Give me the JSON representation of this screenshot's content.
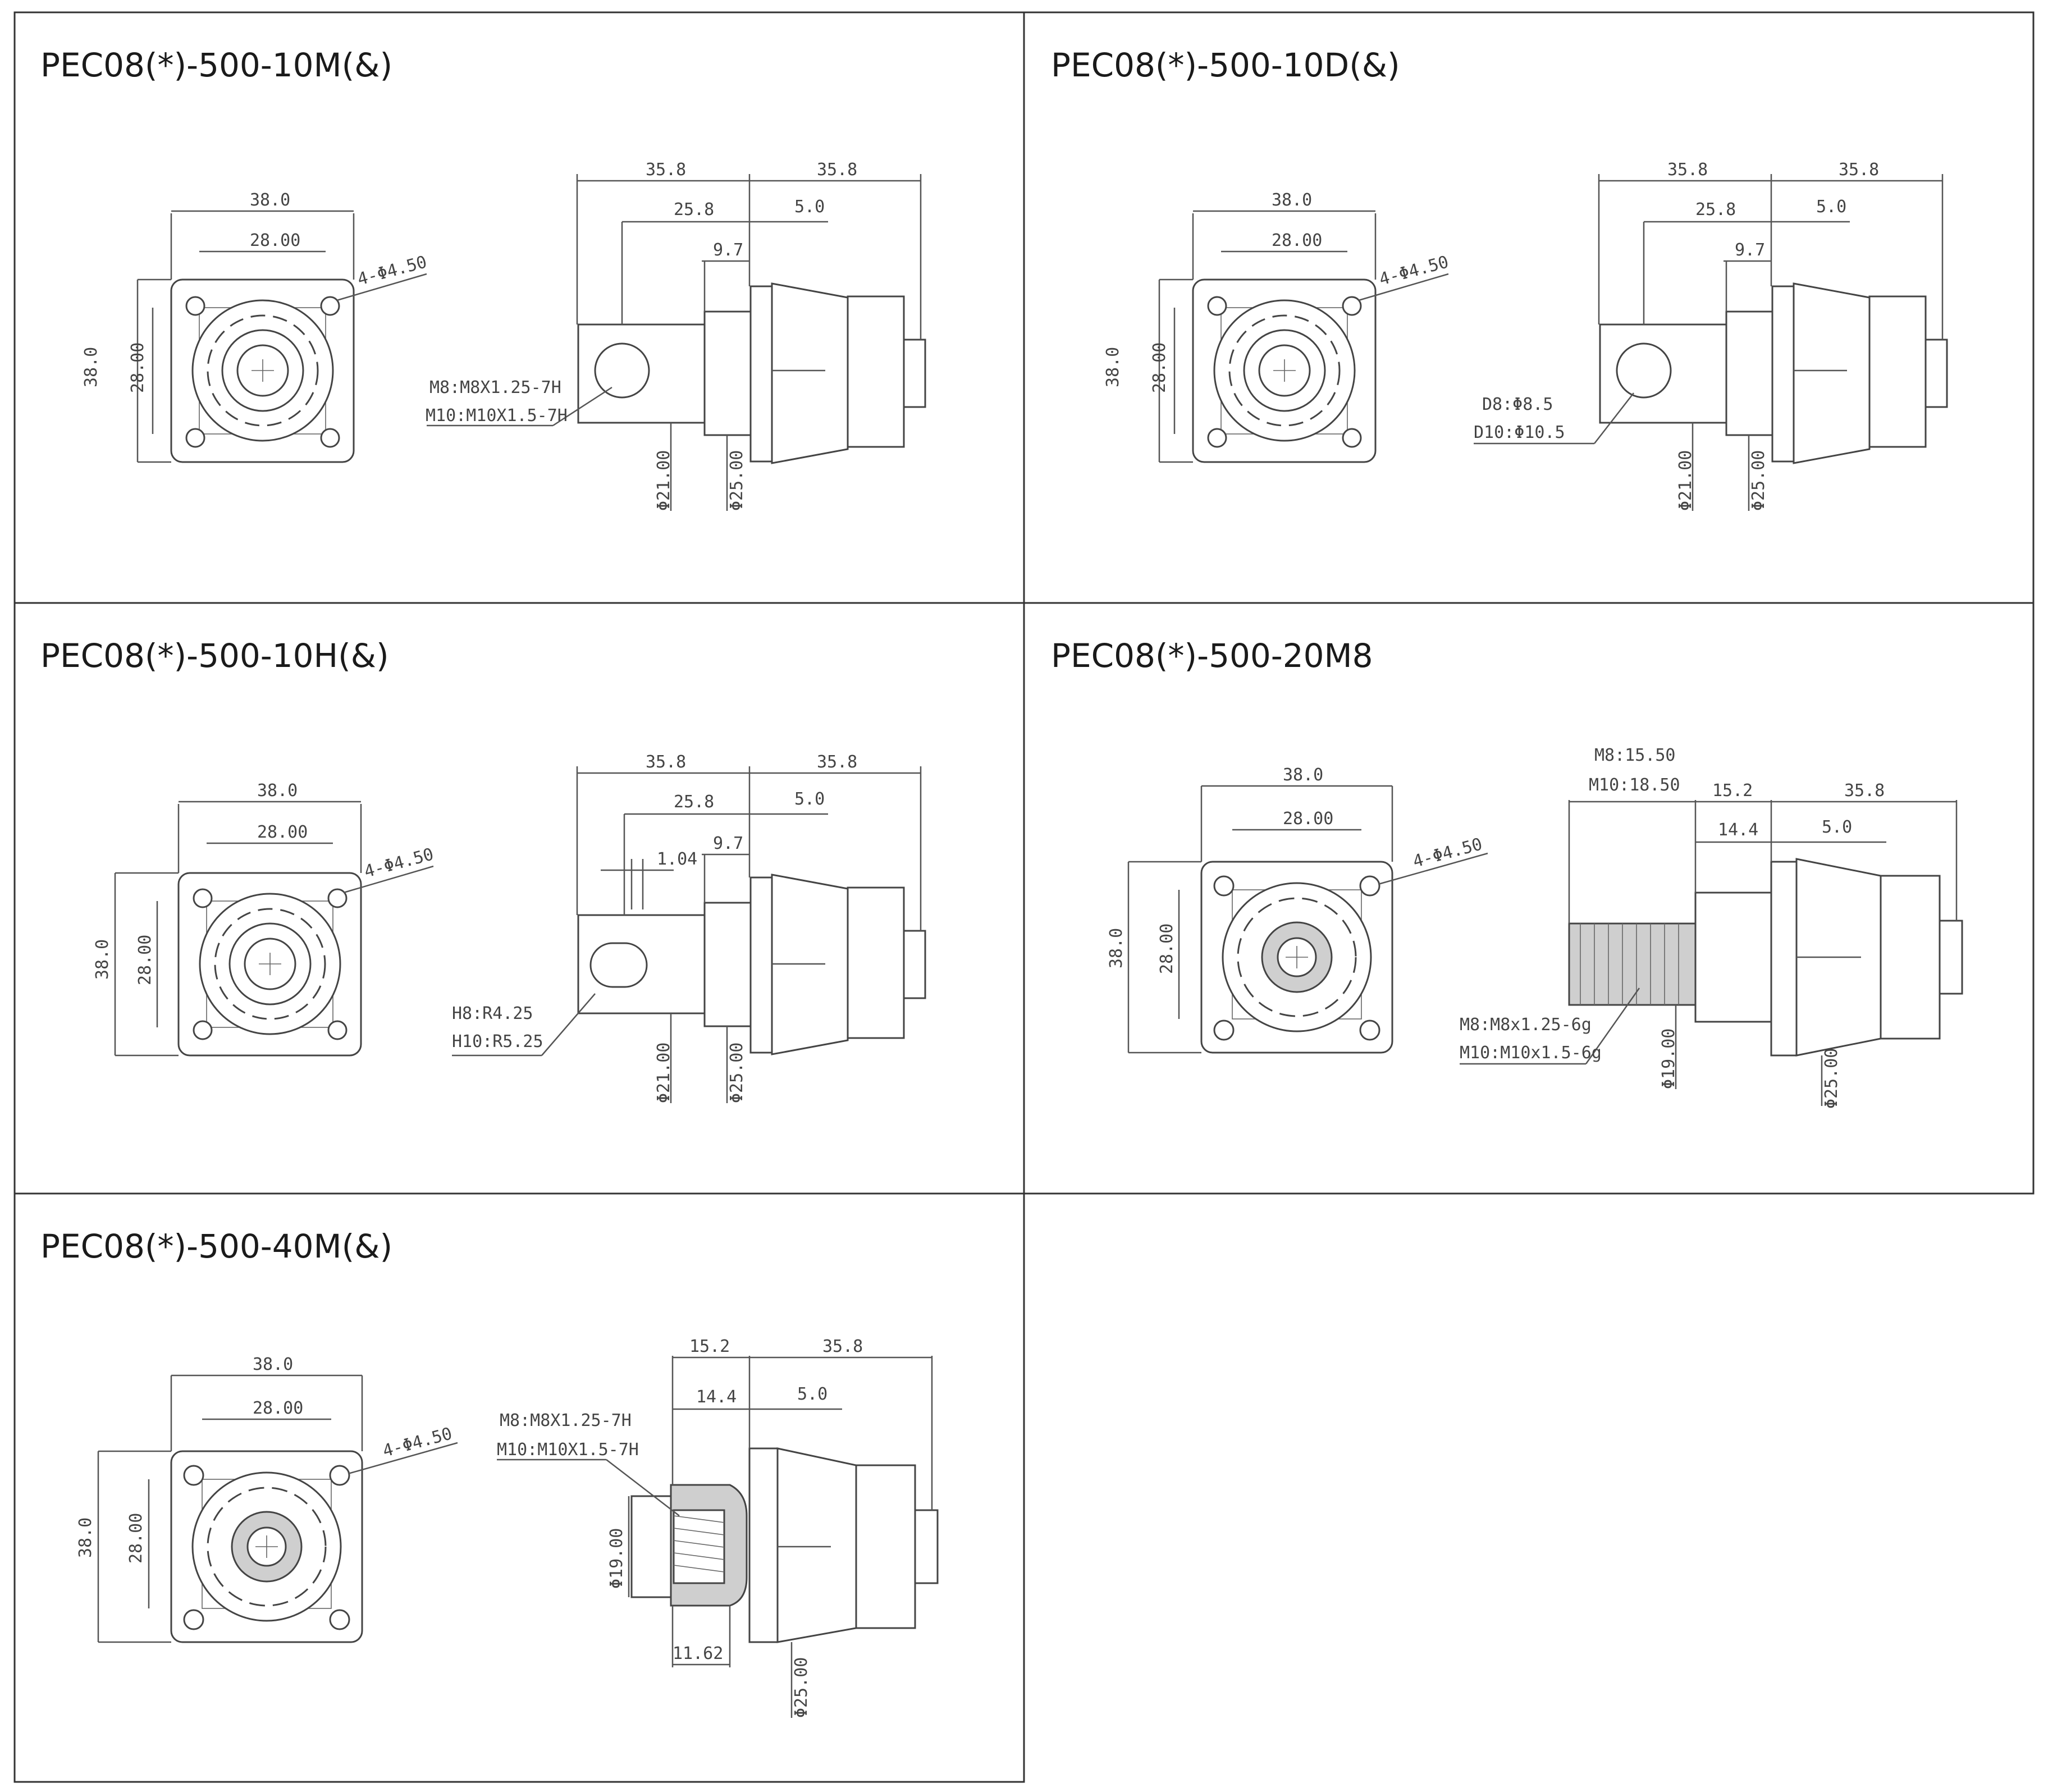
{
  "panels": [
    {
      "id": "p1",
      "title": "PEC08(*)-500-10M(&)",
      "front": {
        "width": "38.0",
        "inner": "28.00",
        "hole": "4-Φ4.50",
        "height": "38.0",
        "inner_h": "28.00"
      },
      "side": {
        "top_left": "35.8",
        "top_right": "35.8",
        "mid": "25.8",
        "right_mid": "5.0",
        "small": "9.7",
        "note1": "M8:M8X1.25-7H",
        "note2": "M10:M10X1.5-7H",
        "dia1": "Φ21.00",
        "dia2": "Φ25.00"
      }
    },
    {
      "id": "p2",
      "title": "PEC08(*)-500-10D(&)",
      "front": {
        "width": "38.0",
        "inner": "28.00",
        "hole": "4-Φ4.50",
        "height": "38.0",
        "inner_h": "28.00"
      },
      "side": {
        "top_left": "35.8",
        "top_right": "35.8",
        "mid": "25.8",
        "right_mid": "5.0",
        "small": "9.7",
        "note1": "D8:Φ8.5",
        "note2": "D10:Φ10.5",
        "dia1": "Φ21.00",
        "dia2": "Φ25.00"
      }
    },
    {
      "id": "p3",
      "title": "PEC08(*)-500-10H(&)",
      "front": {
        "width": "38.0",
        "inner": "28.00",
        "hole": "4-Φ4.50",
        "height": "38.0",
        "inner_h": "28.00"
      },
      "side": {
        "top_left": "35.8",
        "top_right": "35.8",
        "mid": "25.8",
        "right_mid": "5.0",
        "small": "9.7",
        "small2": "1.04",
        "note1": "H8:R4.25",
        "note2": "H10:R5.25",
        "dia1": "Φ21.00",
        "dia2": "Φ25.00"
      }
    },
    {
      "id": "p4",
      "title": "PEC08(*)-500-20M8",
      "front": {
        "width": "38.0",
        "inner": "28.00",
        "hole": "4-Φ4.50",
        "height": "38.0",
        "inner_h": "28.00"
      },
      "side": {
        "top_note1": "M8:15.50",
        "top_note2": "M10:18.50",
        "top_mid": "15.2",
        "top_right": "35.8",
        "mid": "14.4",
        "right_mid": "5.0",
        "note1": "M8:M8x1.25-6g",
        "note2": "M10:M10x1.5-6g",
        "dia1": "Φ19.00",
        "dia2": "Φ25.00"
      }
    },
    {
      "id": "p5",
      "title": "PEC08(*)-500-40M(&)",
      "front": {
        "width": "38.0",
        "inner": "28.00",
        "hole": "4-Φ4.50",
        "height": "38.0",
        "inner_h": "28.00"
      },
      "side": {
        "top_left": "15.2",
        "top_right": "35.8",
        "mid": "14.4",
        "right_mid": "5.0",
        "note1": "M8:M8X1.25-7H",
        "note2": "M10:M10X1.5-7H",
        "dia1": "Φ19.00",
        "bottom": "11.62",
        "dia2": "Φ25.00"
      }
    }
  ]
}
